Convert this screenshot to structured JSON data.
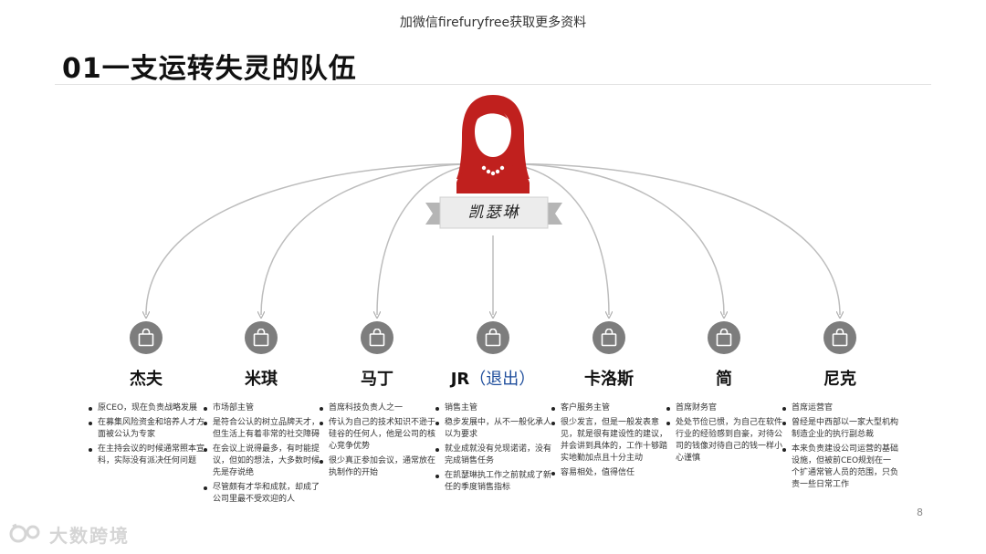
{
  "header": {
    "note": "加微信firefuryfree获取更多资料"
  },
  "slide": {
    "title": "01一支运转失灵的队伍",
    "page_number": "8"
  },
  "leader": {
    "name": "凯瑟琳"
  },
  "members": [
    {
      "name": "杰夫",
      "note": "",
      "bullets": [
        "原CEO，现在负责战略发展",
        "在募集风险资金和培养人才方面被公认为专家",
        "在主持会议的时候通常照本宣科，实际没有派决任何问题"
      ]
    },
    {
      "name": "米琪",
      "note": "",
      "bullets": [
        "市场部主管",
        "是符合公认的树立品牌天才，但生活上有着非常的社交障碍",
        "在会议上说得最多，有时能提议，但如的想法，大多数时候先是存说绝",
        "尽管颇有才华和成就，却成了公司里最不受欢迎的人"
      ]
    },
    {
      "name": "马丁",
      "note": "",
      "bullets": [
        "首席科技负责人之一",
        "传认为自己的技术知识不逊于硅谷的任何人，他是公司的核心竞争优势",
        "很少真正参加会议，通常放在执制作的开始"
      ]
    },
    {
      "name": "JR",
      "note": "（退出）",
      "bullets": [
        "销售主管",
        "稳步发展中，从不一般化承人以为要求",
        "就业成就没有兑现诺诺，没有完成销售任务",
        "在凯瑟琳执工作之前就成了新任的季度销售指标"
      ]
    },
    {
      "name": "卡洛斯",
      "note": "",
      "bullets": [
        "客户服务主管",
        "很少发言，但是一般发表意见，就是很有建设性的建议，并会讲到具体的，工作十够踏实地勤加点且十分主动",
        "容易相处，值得信任"
      ]
    },
    {
      "name": "简",
      "note": "",
      "bullets": [
        "首席财务官",
        "处处节俭已惯，为自己在软件行业的经验感到自豪，对待公司的钱像对待自己的钱一样小心谨慎"
      ]
    },
    {
      "name": "尼克",
      "note": "",
      "bullets": [
        "首席运营官",
        "曾经是中西部以一家大型机构制造企业的执行副总裁",
        "本来负责建设公司运营的基础设施，但被前CEO规划在一个扩通常管人员的范围，只负责一些日常工作"
      ]
    }
  ],
  "watermark": {
    "text": "大数跨境"
  },
  "colors": {
    "leader_red": "#c0201e",
    "icon_gray": "#7d7d7d",
    "exit_blue": "#1f4e9c",
    "arrow_gray": "#b9b9b9"
  }
}
